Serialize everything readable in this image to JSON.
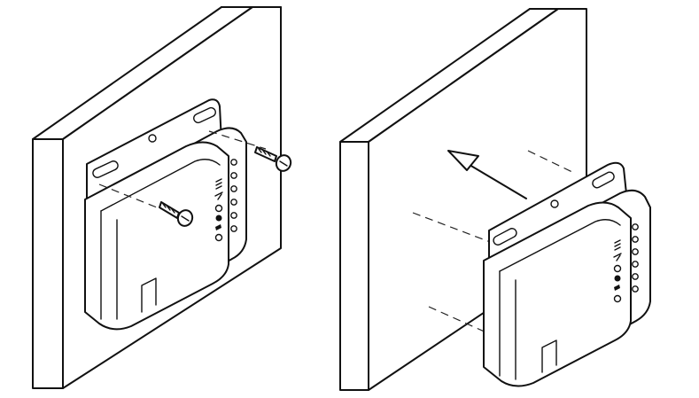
{
  "diagram": {
    "panels": [
      {
        "id": "screw-mounting",
        "fasteners": 2,
        "leds": 6
      },
      {
        "id": "adhesive-mounting",
        "fasteners": 0,
        "leds": 6,
        "arrow_direction": "into-wall"
      }
    ],
    "colors": {
      "line": "#111111",
      "background": "#ffffff"
    },
    "icons": [
      "screw-icon",
      "arrow-icon",
      "led-indicator-icon"
    ]
  }
}
